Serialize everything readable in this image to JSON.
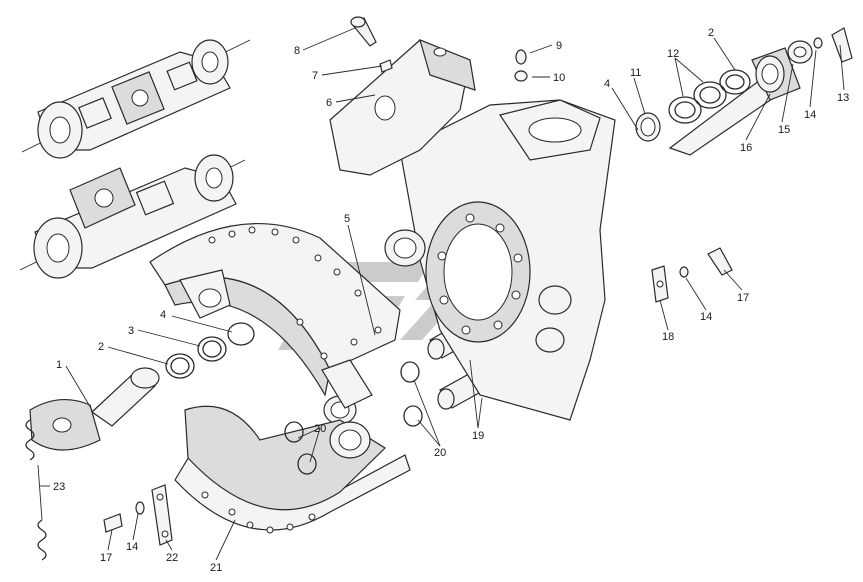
{
  "diagram": {
    "callouts": [
      {
        "id": "c1",
        "text": "1"
      },
      {
        "id": "c2a",
        "text": "2"
      },
      {
        "id": "c2b",
        "text": "2"
      },
      {
        "id": "c3",
        "text": "3"
      },
      {
        "id": "c4a",
        "text": "4"
      },
      {
        "id": "c4b",
        "text": "4"
      },
      {
        "id": "c5",
        "text": "5"
      },
      {
        "id": "c6",
        "text": "6"
      },
      {
        "id": "c7",
        "text": "7"
      },
      {
        "id": "c8",
        "text": "8"
      },
      {
        "id": "c9",
        "text": "9"
      },
      {
        "id": "c10",
        "text": "10"
      },
      {
        "id": "c11",
        "text": "11"
      },
      {
        "id": "c12",
        "text": "12"
      },
      {
        "id": "c13",
        "text": "13"
      },
      {
        "id": "c14a",
        "text": "14"
      },
      {
        "id": "c14b",
        "text": "14"
      },
      {
        "id": "c14c",
        "text": "14"
      },
      {
        "id": "c15",
        "text": "15"
      },
      {
        "id": "c16",
        "text": "16"
      },
      {
        "id": "c17a",
        "text": "17"
      },
      {
        "id": "c17b",
        "text": "17"
      },
      {
        "id": "c18",
        "text": "18"
      },
      {
        "id": "c19",
        "text": "19"
      },
      {
        "id": "c20a",
        "text": "20"
      },
      {
        "id": "c20b",
        "text": "20"
      },
      {
        "id": "c21",
        "text": "21"
      },
      {
        "id": "c22",
        "text": "22"
      },
      {
        "id": "c23",
        "text": "23"
      }
    ]
  }
}
